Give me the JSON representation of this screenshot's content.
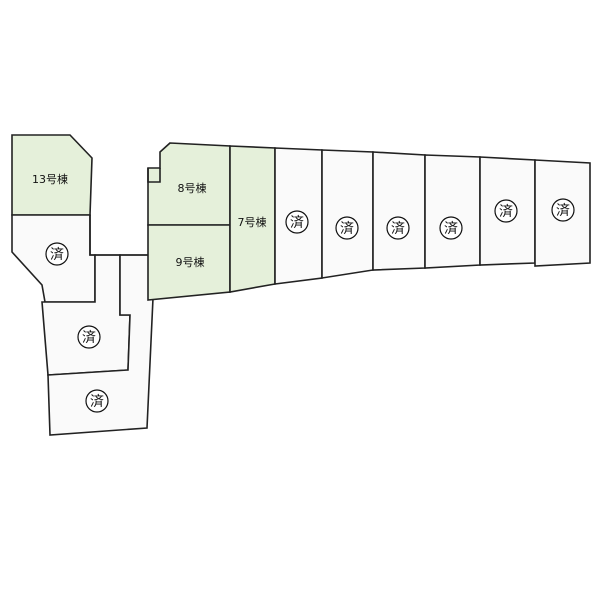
{
  "lots": {
    "lot13": {
      "label": "13号棟",
      "status": "available"
    },
    "lot8": {
      "label": "8号棟",
      "status": "available"
    },
    "lot9": {
      "label": "9号棟",
      "status": "available"
    },
    "lot7": {
      "label": "7号棟",
      "status": "available"
    }
  },
  "sold_mark": "済",
  "sold_lot_count": 9,
  "colors": {
    "available_fill": "#e5f0da",
    "sold_fill": "#fafafa",
    "outline": "#222222"
  }
}
